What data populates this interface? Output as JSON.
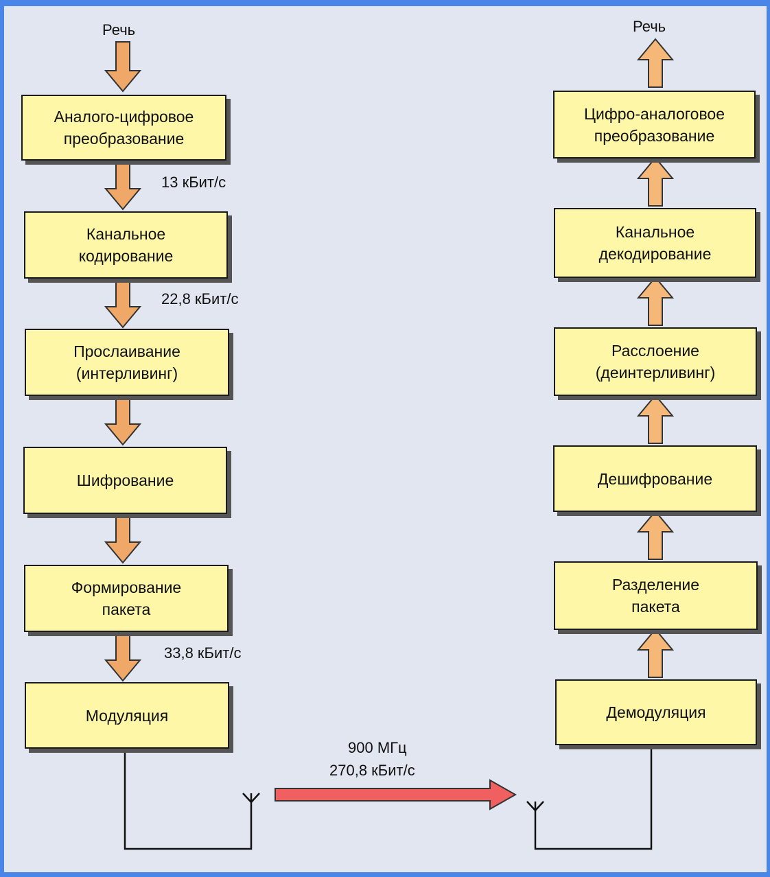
{
  "transmit": {
    "input": "Речь",
    "steps": [
      {
        "line1": "Аналого-цифровое",
        "line2": "преобразование"
      },
      {
        "line1": "Канальное",
        "line2": "кодирование"
      },
      {
        "line1": "Прослаивание",
        "line2": "(интерливинг)"
      },
      {
        "line1": "Шифрование",
        "line2": ""
      },
      {
        "line1": "Формирование",
        "line2": "пакета"
      },
      {
        "line1": "Модуляция",
        "line2": ""
      }
    ],
    "rates": [
      "13 кБит/с",
      "22,8 кБит/с",
      "33,8 кБит/с"
    ]
  },
  "receive": {
    "output": "Речь",
    "steps": [
      {
        "line1": "Цифро-аналоговое",
        "line2": "преобразование"
      },
      {
        "line1": "Канальное",
        "line2": "декодирование"
      },
      {
        "line1": "Расслоение",
        "line2": "(деинтерливинг)"
      },
      {
        "line1": "Дешифрование",
        "line2": ""
      },
      {
        "line1": "Разделение",
        "line2": "пакета"
      },
      {
        "line1": "Демодуляция",
        "line2": ""
      }
    ]
  },
  "channel": {
    "frequency": "900 МГц",
    "rate": "270,8 кБит/с"
  },
  "colors": {
    "box_fill": "#fff7a8",
    "arrow_down": "#f0a868",
    "arrow_up": "#f5b878",
    "channel_arrow": "#f06060",
    "frame": "#4a86e8"
  },
  "icons": {
    "antenna": "antenna-icon"
  }
}
